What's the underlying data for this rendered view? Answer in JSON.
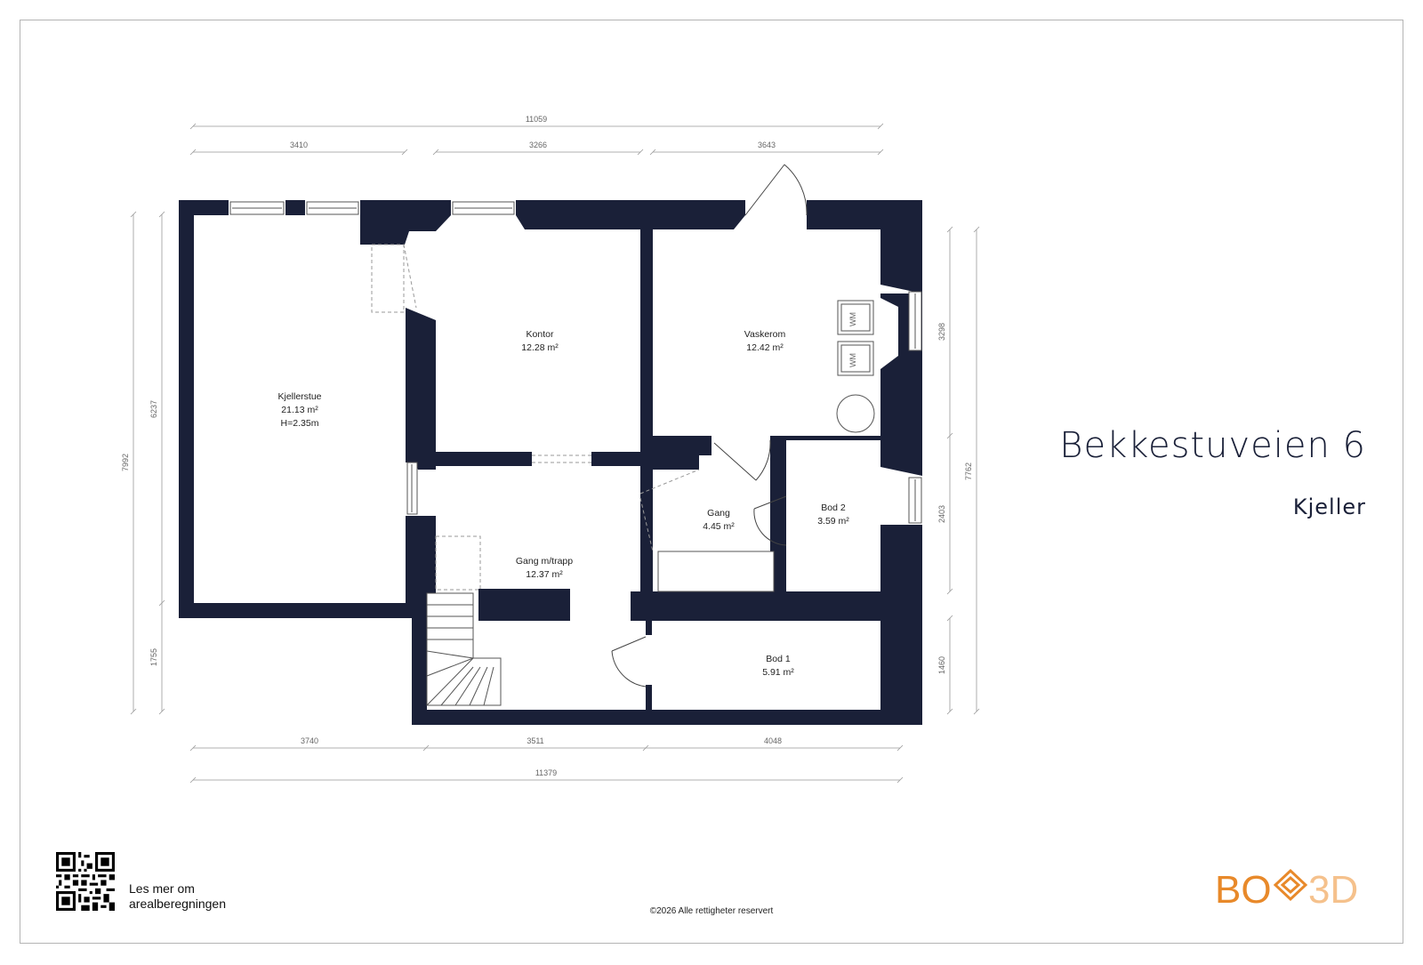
{
  "title": "Bekkestuveien 6",
  "floor": "Kjeller",
  "rooms": [
    {
      "name": "Kjellerstue",
      "area": "21.13 m²",
      "extra": "H=2.35m"
    },
    {
      "name": "Kontor",
      "area": "12.28 m²"
    },
    {
      "name": "Vaskerom",
      "area": "12.42 m²"
    },
    {
      "name": "Gang",
      "area": "4.45 m²"
    },
    {
      "name": "Bod 2",
      "area": "3.59 m²"
    },
    {
      "name": "Gang m/trapp",
      "area": "12.37 m²"
    },
    {
      "name": "Bod 1",
      "area": "5.91 m²"
    }
  ],
  "dimensions": {
    "top_total": "11059",
    "top": [
      "3410",
      "3266",
      "3643"
    ],
    "bottom": [
      "3740",
      "3511",
      "4048"
    ],
    "bottom_total": "11379",
    "left_total": "7992",
    "left": [
      "6237",
      "1755"
    ],
    "right": [
      "3298",
      "2403",
      "1460"
    ],
    "right_total": "7762"
  },
  "appliance_label": "WM",
  "footer": {
    "qr_text_line1": "Les mer om",
    "qr_text_line2": "arealberegningen",
    "copyright": "©2026 Alle rettigheter reservert",
    "logo_left": "BO",
    "logo_right": "3D"
  },
  "colors": {
    "wall": "#1a2038",
    "logo": "#e8892a"
  }
}
